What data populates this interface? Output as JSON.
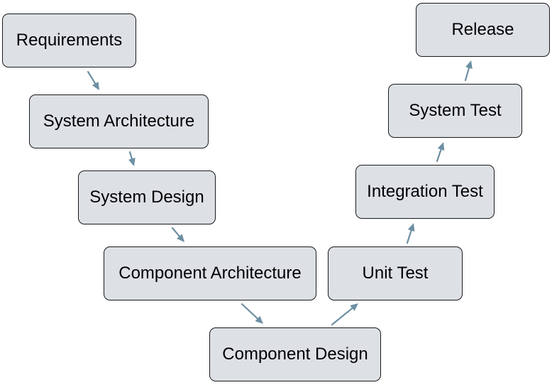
{
  "diagram": {
    "nodes": [
      {
        "id": "req",
        "label": "Requirements"
      },
      {
        "id": "sysarc",
        "label": "System Architecture"
      },
      {
        "id": "sysdes",
        "label": "System Design"
      },
      {
        "id": "comarc",
        "label": "Component Architecture"
      },
      {
        "id": "comdes",
        "label": "Component Design"
      },
      {
        "id": "unit",
        "label": "Unit Test"
      },
      {
        "id": "integ",
        "label": "Integration Test"
      },
      {
        "id": "systst",
        "label": "System Test"
      },
      {
        "id": "rel",
        "label": "Release"
      }
    ],
    "edges": [
      {
        "from": "req",
        "to": "sysarc"
      },
      {
        "from": "sysarc",
        "to": "sysdes"
      },
      {
        "from": "sysdes",
        "to": "comarc"
      },
      {
        "from": "comarc",
        "to": "comdes"
      },
      {
        "from": "comdes",
        "to": "unit"
      },
      {
        "from": "unit",
        "to": "integ"
      },
      {
        "from": "integ",
        "to": "systst"
      },
      {
        "from": "systst",
        "to": "rel"
      }
    ],
    "colors": {
      "node_fill": "#dde1e6",
      "node_border": "#1a1a1a",
      "edge": "#6d8fa3",
      "text": "#000000"
    }
  }
}
